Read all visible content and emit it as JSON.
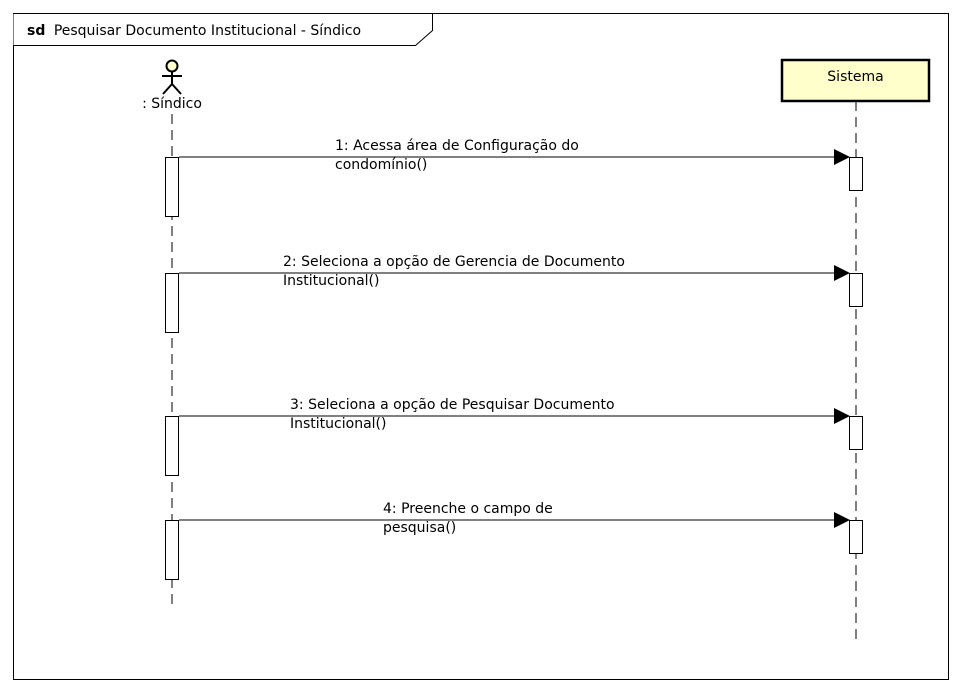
{
  "frame": {
    "keyword": "sd",
    "title": "Pesquisar Documento Institucional - Síndico"
  },
  "lifelines": {
    "actor": {
      "label": ": Síndico",
      "icon": "stick-figure-actor-icon"
    },
    "system": {
      "label": "Sistema",
      "fill": "#ffffcc"
    }
  },
  "messages": [
    {
      "line1": "1: Acessa área de Configuração do",
      "line2": "condomínio()"
    },
    {
      "line1": "2: Seleciona a opção de Gerencia de Documento",
      "line2": "Institucional()"
    },
    {
      "line1": "3: Seleciona a opção de Pesquisar Documento",
      "line2": "Institucional()"
    },
    {
      "line1": "4: Preenche o campo de",
      "line2": "pesquisa()"
    }
  ]
}
